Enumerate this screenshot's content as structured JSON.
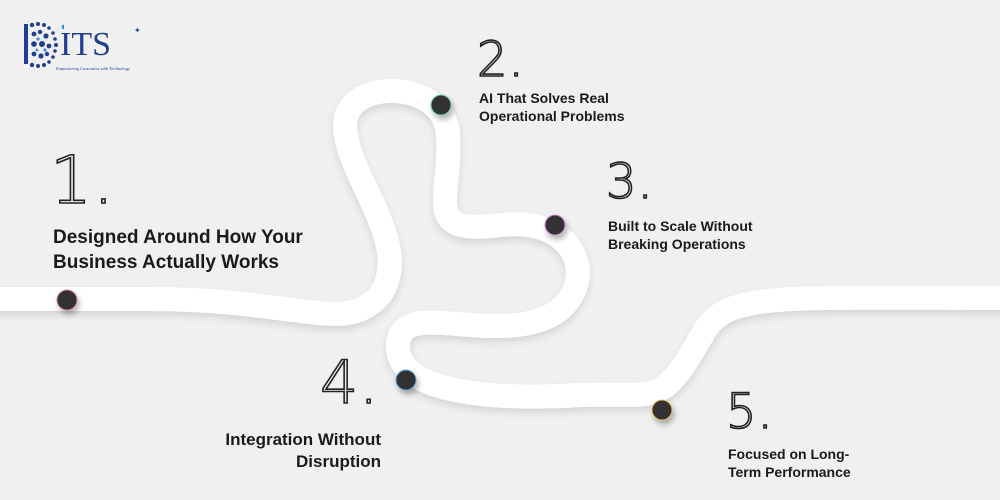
{
  "brand": {
    "name": "ITS",
    "tagline": "Empowering Customers with Technology",
    "color": "#1f3f8f",
    "accent": "#3b8ed8"
  },
  "colors": {
    "background": "#f0f0f0",
    "road": "#ffffff",
    "node": "#333333",
    "text": "#1a1a1a"
  },
  "steps": [
    {
      "number": "1.",
      "text_lines": [
        "Designed Around How Your",
        "Business Actually Works"
      ],
      "node_glow": "#e07a8a"
    },
    {
      "number": "2.",
      "text_lines": [
        "AI That Solves Real",
        "Operational Problems"
      ],
      "node_glow": "#6fd3a8"
    },
    {
      "number": "3.",
      "text_lines": [
        "Built to Scale Without",
        "Breaking Operations"
      ],
      "node_glow": "#d68fd0"
    },
    {
      "number": "4.",
      "text_lines": [
        "Integration Without",
        "Disruption"
      ],
      "node_glow": "#5aa9e6"
    },
    {
      "number": "5.",
      "text_lines": [
        "Focused on Long-",
        "Term Performance"
      ],
      "node_glow": "#e8c35a"
    }
  ]
}
